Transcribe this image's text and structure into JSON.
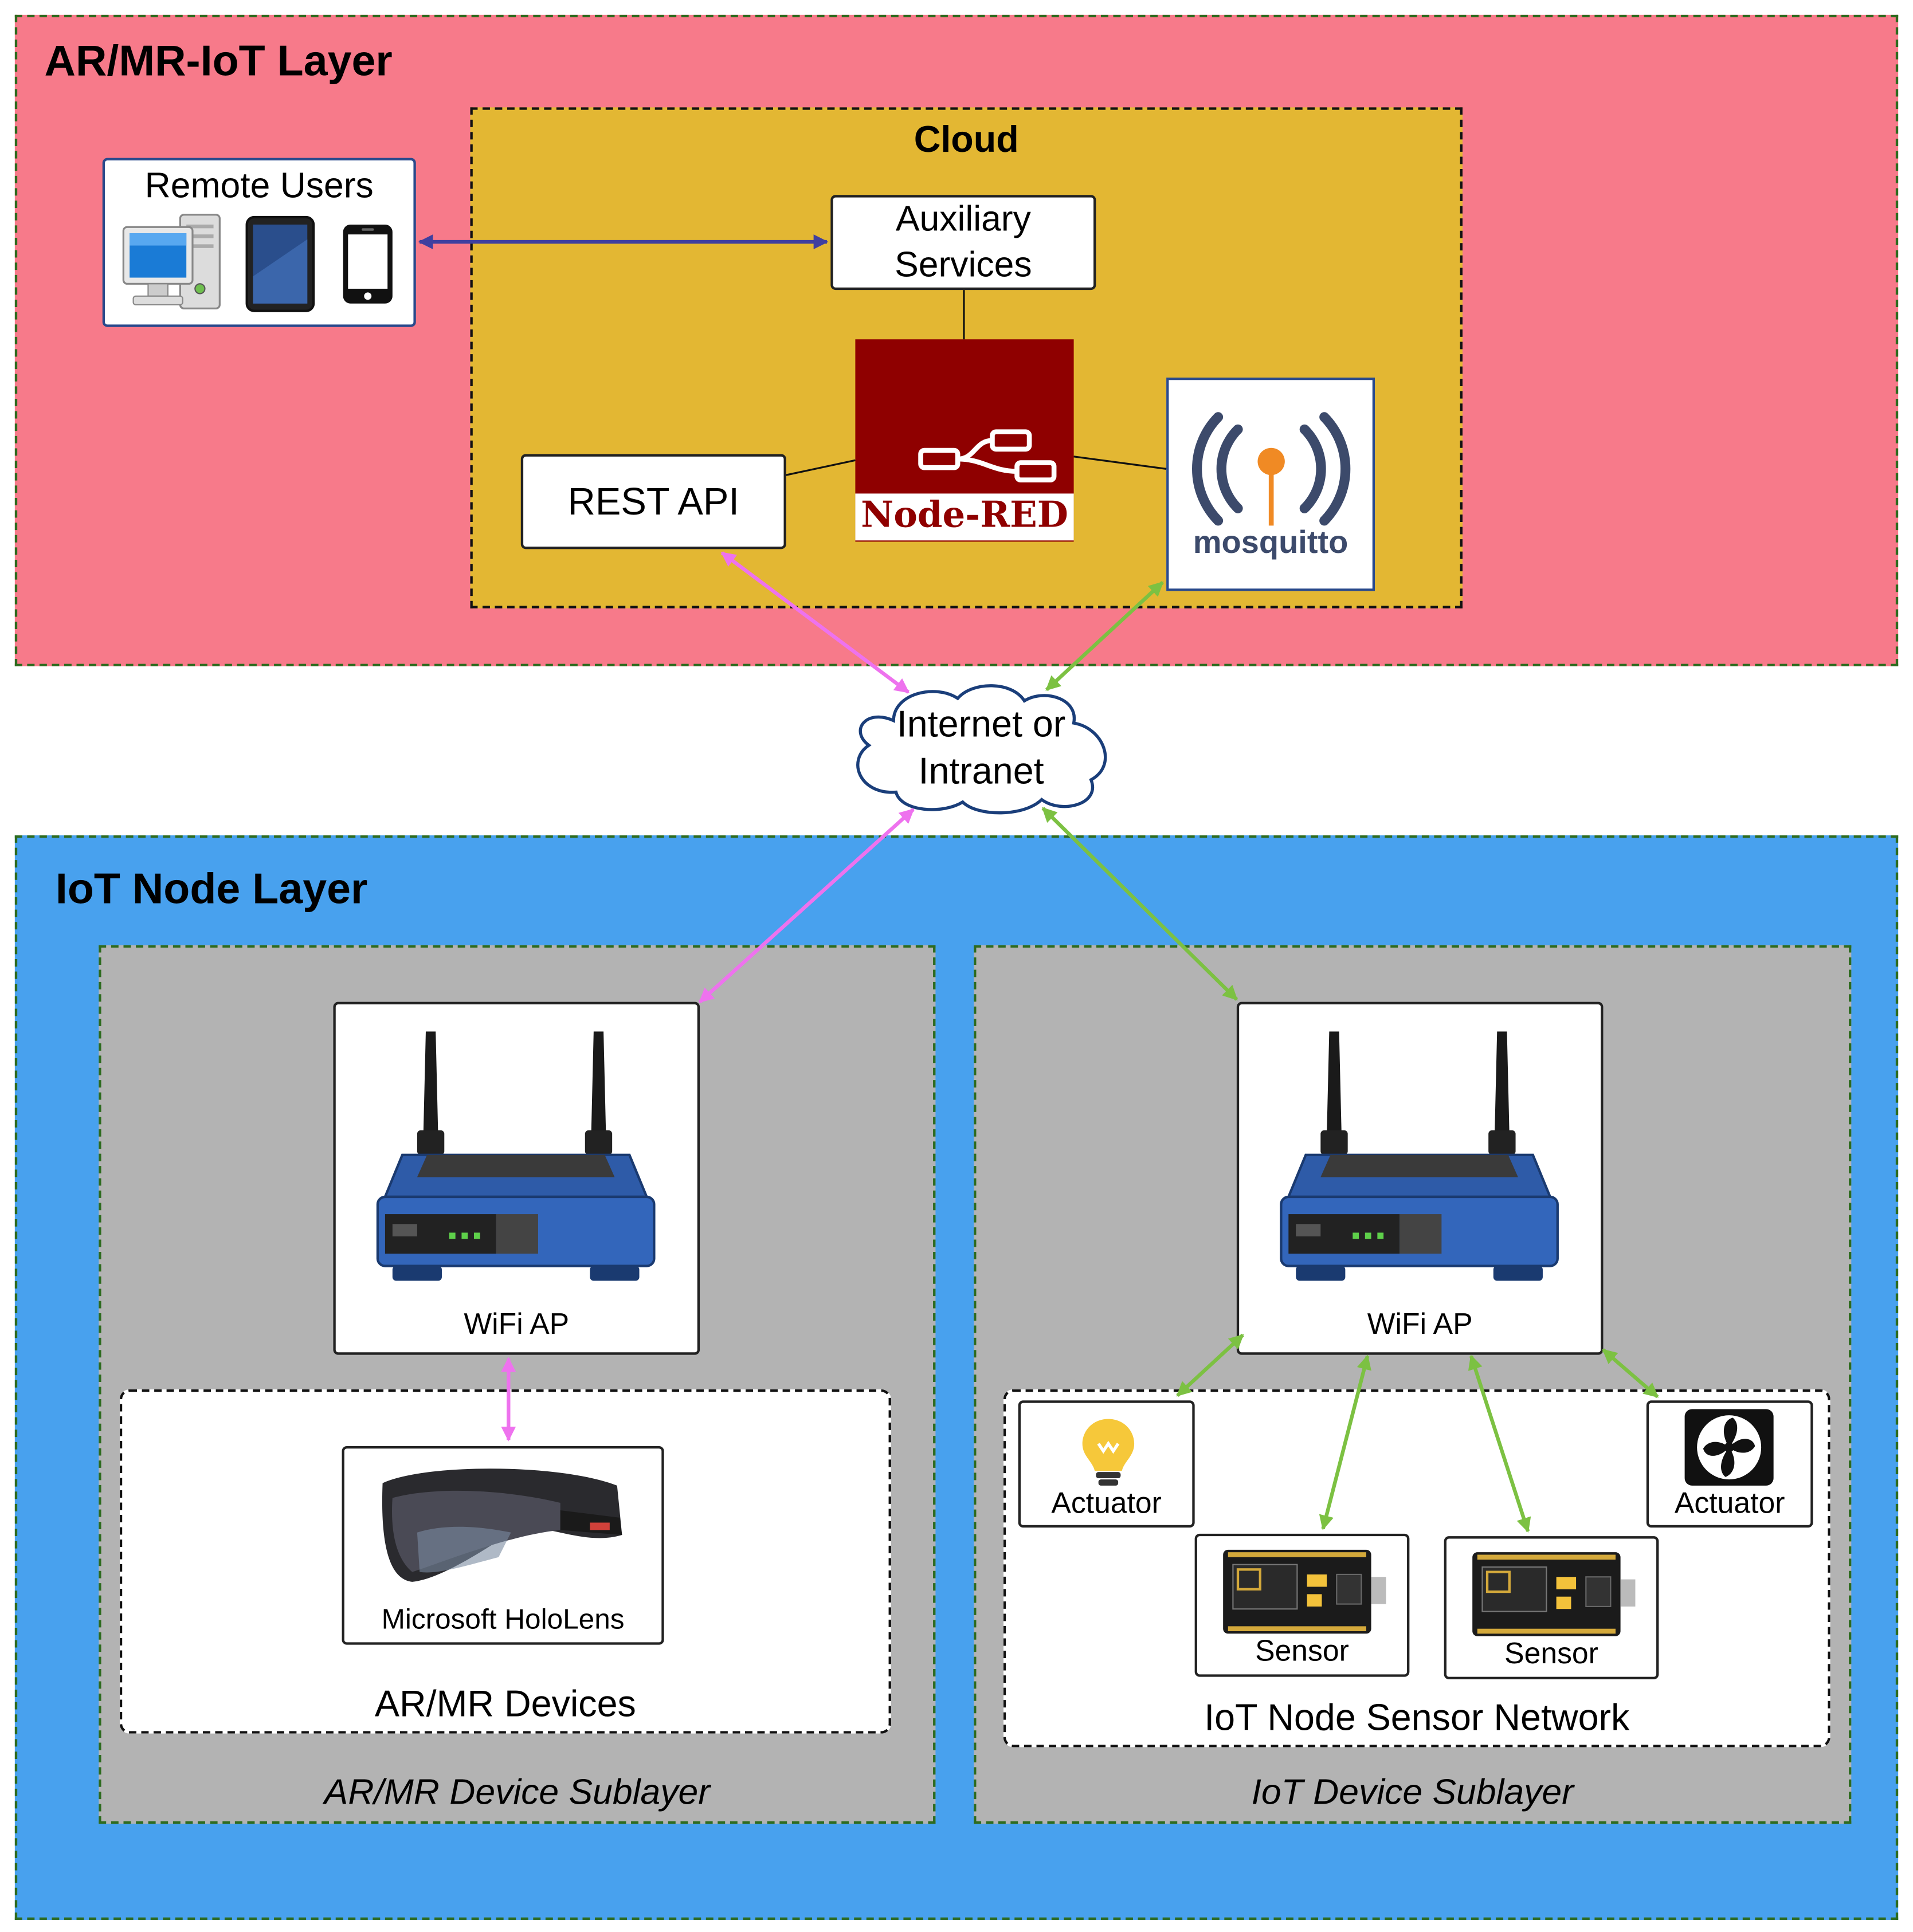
{
  "top_layer": {
    "title": "AR/MR-IoT Layer",
    "cloud": {
      "title": "Cloud",
      "auxiliary_services": "Auxiliary\nServices",
      "rest_api": "REST API",
      "node_red_label": "Node-RED",
      "mosquitto_label": "mosquitto"
    },
    "remote_users": {
      "label": "Remote Users"
    }
  },
  "network": {
    "label": "Internet or\nIntranet"
  },
  "bottom_layer": {
    "title": "IoT Node Layer",
    "ar_sublayer": {
      "caption": "AR/MR Device Sublayer",
      "wifi_label": "WiFi AP",
      "devices_group": "AR/MR Devices",
      "hololens_label": "Microsoft HoloLens"
    },
    "iot_sublayer": {
      "caption": "IoT Device Sublayer",
      "wifi_label": "WiFi AP",
      "network_group": "IoT Node Sensor Network",
      "actuator_left": "Actuator",
      "actuator_right": "Actuator",
      "sensor_left": "Sensor",
      "sensor_right": "Sensor"
    }
  },
  "colors": {
    "top_layer_bg": "#f77a8a",
    "bottom_layer_bg": "#48a1ee",
    "cloud_bg": "#e3b733",
    "sublayer_bg": "#b3b3b3",
    "node_red": "#8f0000",
    "rest_link": "#ee72ee",
    "mqtt_link": "#7cc142",
    "user_link": "#3f3f9f"
  }
}
